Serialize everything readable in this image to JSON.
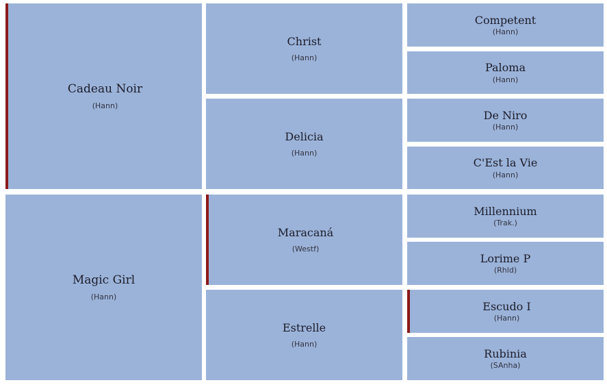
{
  "colors": {
    "cell_background": "#9bb3d9",
    "marker": "#8b1a1a",
    "page_background": "#ffffff"
  },
  "pedigree": {
    "sire": {
      "name": "Cadeau Noir",
      "breed": "(Hann)",
      "marked": true
    },
    "dam": {
      "name": "Magic Girl",
      "breed": "(Hann)",
      "marked": false
    },
    "sire_sire": {
      "name": "Christ",
      "breed": "(Hann)",
      "marked": false
    },
    "sire_dam": {
      "name": "Delicia",
      "breed": "(Hann)",
      "marked": false
    },
    "dam_sire": {
      "name": "Maracaná",
      "breed": "(Westf)",
      "marked": true
    },
    "dam_dam": {
      "name": "Estrelle",
      "breed": "(Hann)",
      "marked": false
    },
    "sire_sire_sire": {
      "name": "Competent",
      "breed": "(Hann)",
      "marked": false
    },
    "sire_sire_dam": {
      "name": "Paloma",
      "breed": "(Hann)",
      "marked": false
    },
    "sire_dam_sire": {
      "name": "De Niro",
      "breed": "(Hann)",
      "marked": false
    },
    "sire_dam_dam": {
      "name": "C'Est la Vie",
      "breed": "(Hann)",
      "marked": false
    },
    "dam_sire_sire": {
      "name": "Millennium",
      "breed": "(Trak.)",
      "marked": false
    },
    "dam_sire_dam": {
      "name": "Lorime P",
      "breed": "(Rhld)",
      "marked": false
    },
    "dam_dam_sire": {
      "name": "Escudo I",
      "breed": "(Hann)",
      "marked": true
    },
    "dam_dam_dam": {
      "name": "Rubinia",
      "breed": "(SAnha)",
      "marked": false
    }
  }
}
